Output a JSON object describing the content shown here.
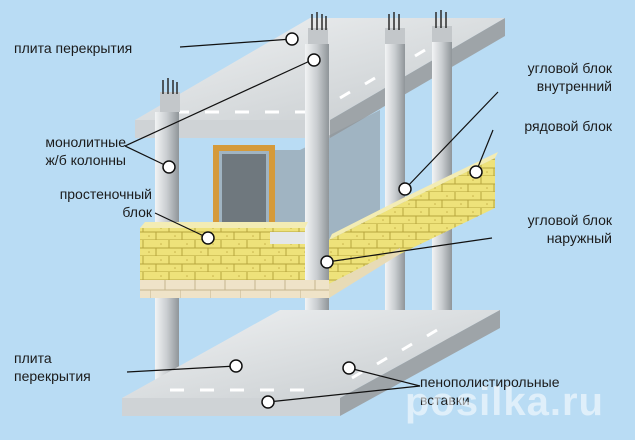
{
  "labels": {
    "slab_top": "плита перекрытия",
    "columns_line1": "монолитные",
    "columns_line2": "ж/б колонны",
    "pier_block_line1": "простеночный",
    "pier_block_line2": "блок",
    "slab_bottom_line1": "плита",
    "slab_bottom_line2": "перекрытия",
    "corner_inner_line1": "угловой блок",
    "corner_inner_line2": "внутренний",
    "row_block": "рядовой блок",
    "corner_outer_line1": "угловой блок",
    "corner_outer_line2": "наружный",
    "foam_line1": "пенополистирольные",
    "foam_line2": "вставки"
  },
  "watermark": "posilka.ru",
  "colors": {
    "background": "#b9dcf4",
    "concrete": "#d9dde0",
    "block": "#eee27a",
    "base_row": "#efe3c8",
    "frame": "#d59a3a",
    "leader": "#111111"
  }
}
